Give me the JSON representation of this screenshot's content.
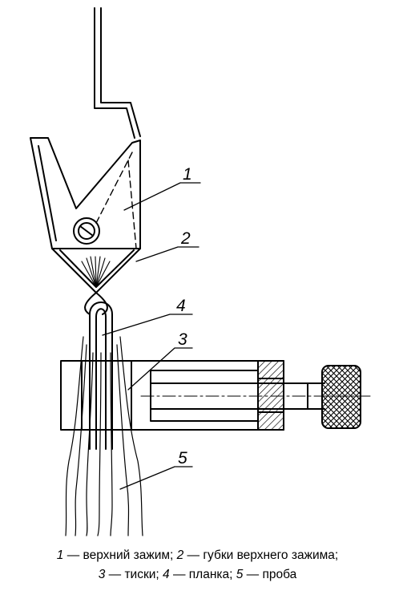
{
  "figure": {
    "labels": [
      "1",
      "2",
      "4",
      "3",
      "5"
    ]
  },
  "caption": {
    "items": [
      {
        "num": "1",
        "text": " — верхний зажим; "
      },
      {
        "num": "2",
        "text": " — губки верхнего зажима;"
      },
      {
        "num": "3",
        "text": " — тиски; "
      },
      {
        "num": "4",
        "text": " — планка; "
      },
      {
        "num": "5",
        "text": " — проба"
      }
    ]
  }
}
